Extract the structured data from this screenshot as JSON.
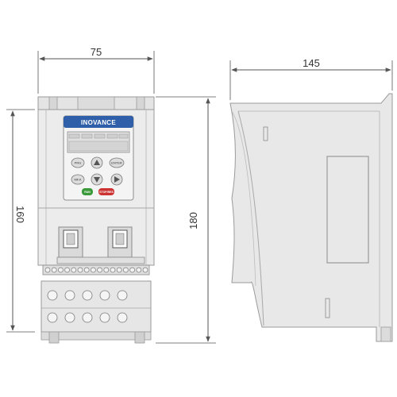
{
  "dimensions": {
    "front_width": "75",
    "side_depth": "145",
    "front_inner_height": "160",
    "overall_height": "180"
  },
  "keypad": {
    "brand": "INOVANCE",
    "prg": "PRG",
    "enter": "ENTER",
    "mf": "MF.K",
    "run": "RUN",
    "stop": "STOP/RES"
  },
  "colors": {
    "body": "#e8e8e8",
    "outline": "#9a9a9a",
    "brand_band": "#2f5fa8",
    "run_key": "#3a9a3a",
    "stop_key": "#cc3333",
    "dim_line": "#555555"
  }
}
